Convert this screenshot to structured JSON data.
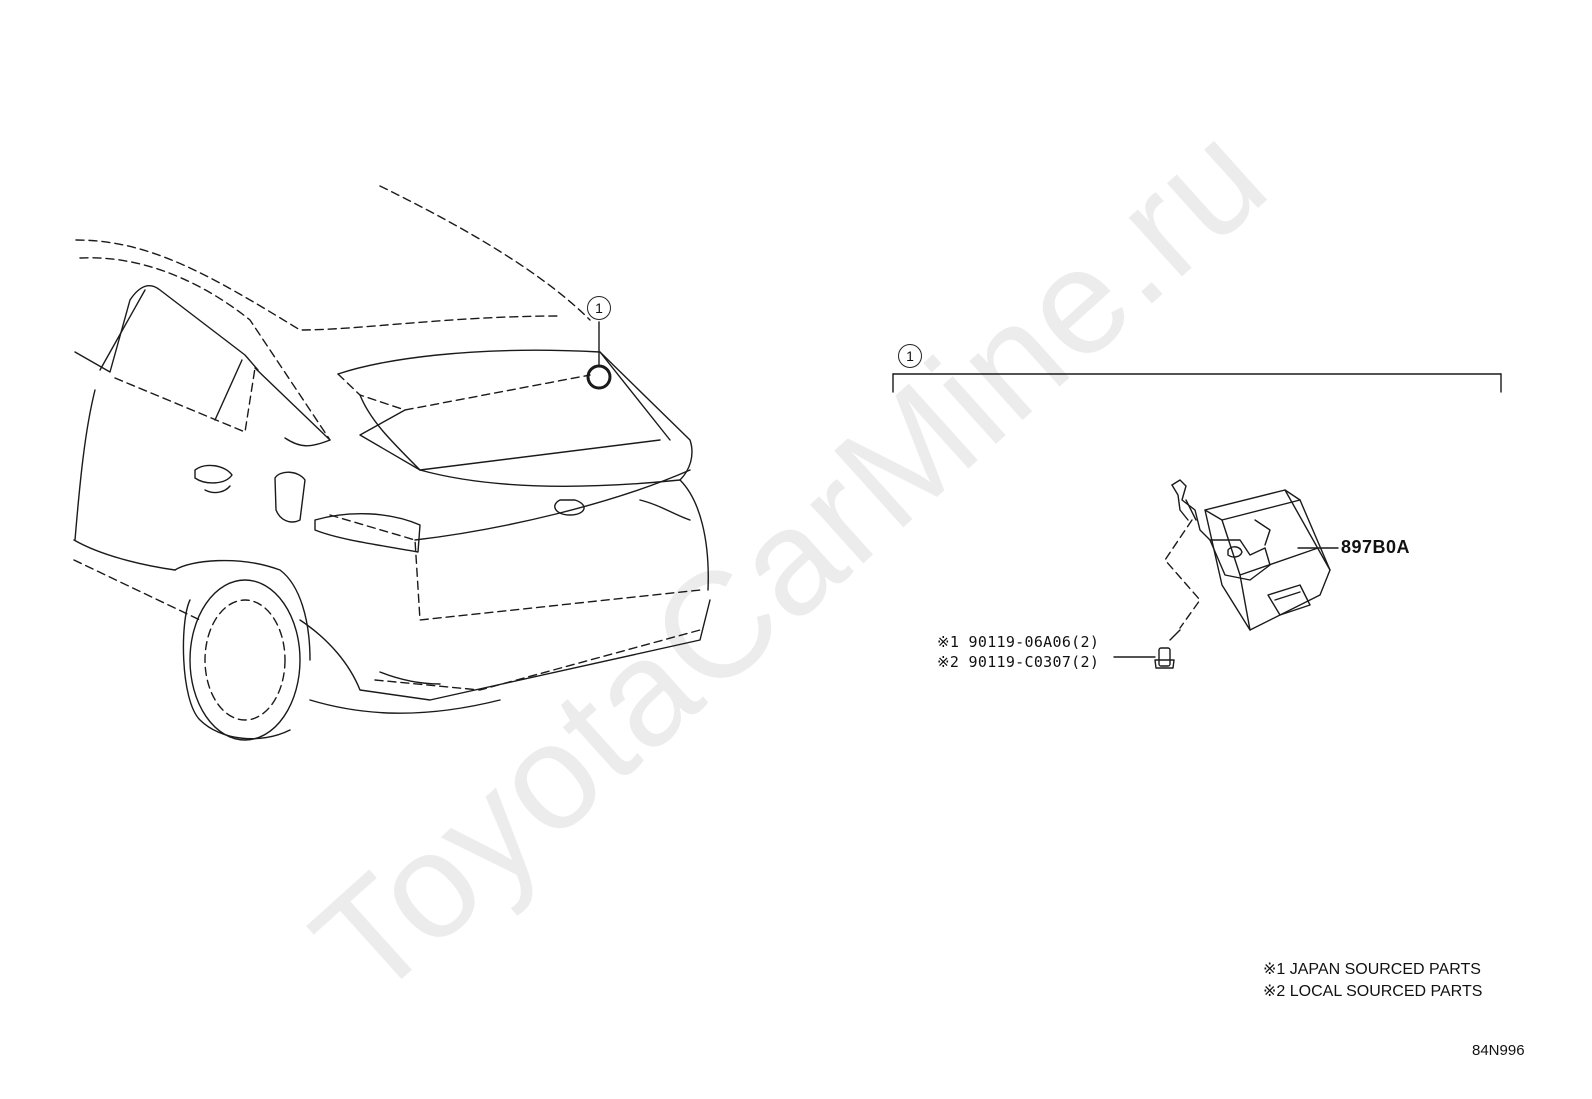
{
  "watermark": "ToyotaCarMine.ru",
  "callouts": {
    "vehicle_ref": "1",
    "group_ref": "1"
  },
  "parts": {
    "module": "897B0A",
    "bolt_line1": "※1 90119-06A06(2)",
    "bolt_line2": "※2 90119-C0307(2)"
  },
  "legend": {
    "line1": "※1 JAPAN SOURCED PARTS",
    "line2": "※2 LOCAL SOURCED PARTS"
  },
  "diagram_code": "84N996"
}
